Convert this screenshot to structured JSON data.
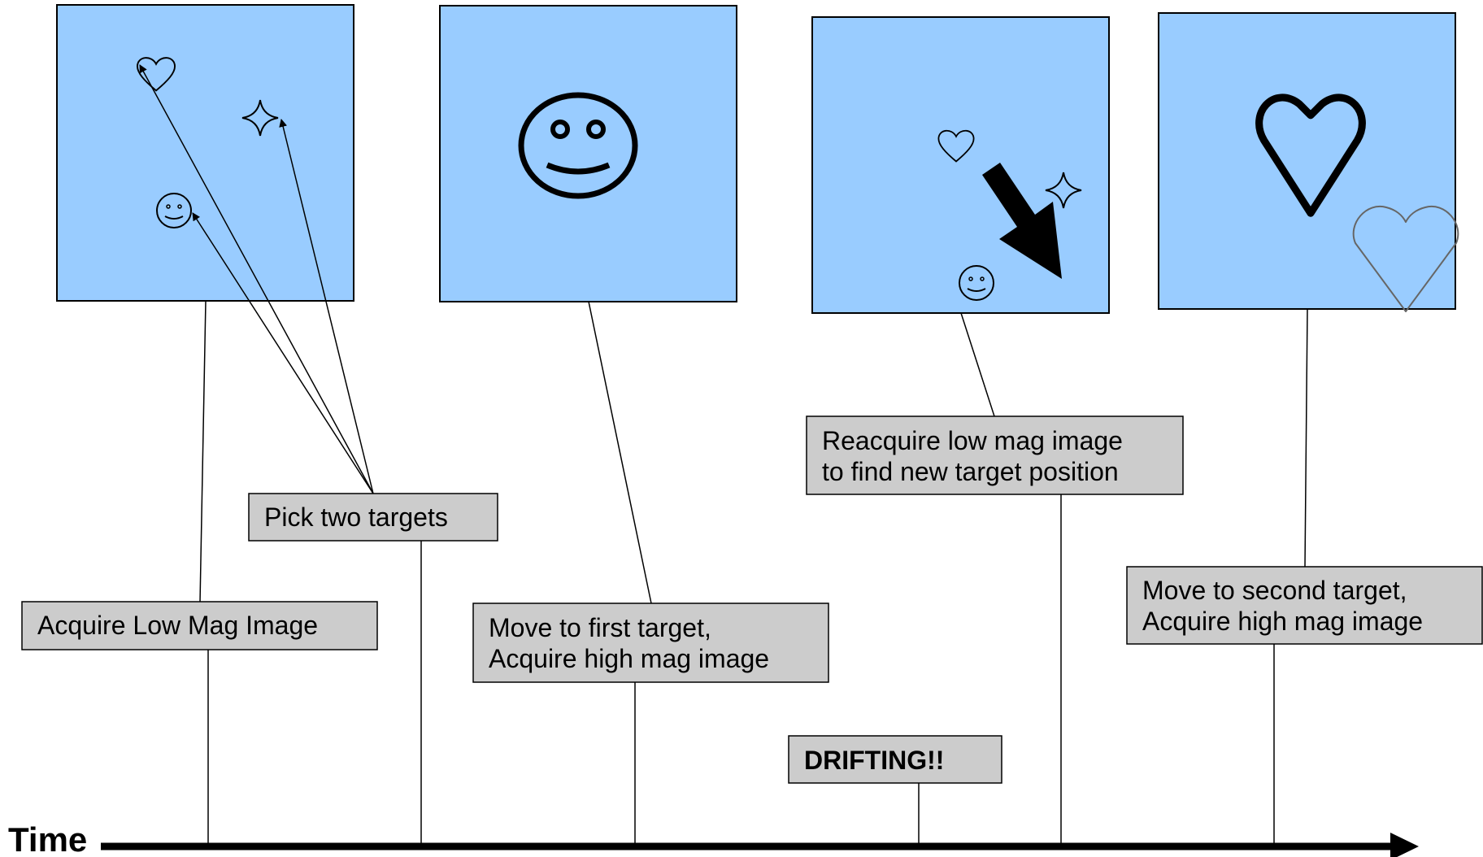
{
  "timeline": {
    "axis_label": "Time"
  },
  "labels": {
    "acquire_low": "Acquire Low Mag Image",
    "pick_targets": "Pick two targets",
    "move_first": [
      "Move to first target,",
      "Acquire high mag image"
    ],
    "drifting": "DRIFTING!!",
    "reacquire": [
      "Reacquire low mag image",
      "to find new target position"
    ],
    "move_second": [
      "Move to second target,",
      "Acquire high mag image"
    ]
  },
  "colors": {
    "panel_fill": "#99ccff",
    "label_fill": "#cccccc",
    "ink": "#000000",
    "ghost_heart": "#666666"
  },
  "icons": {
    "panel1": [
      "heart-icon",
      "sparkle-icon",
      "smiley-icon"
    ],
    "panel2": [
      "smiley-icon"
    ],
    "panel3": [
      "heart-icon",
      "sparkle-icon",
      "smiley-icon",
      "drift-arrow-icon"
    ],
    "panel4": [
      "heart-icon",
      "heart-icon"
    ]
  }
}
